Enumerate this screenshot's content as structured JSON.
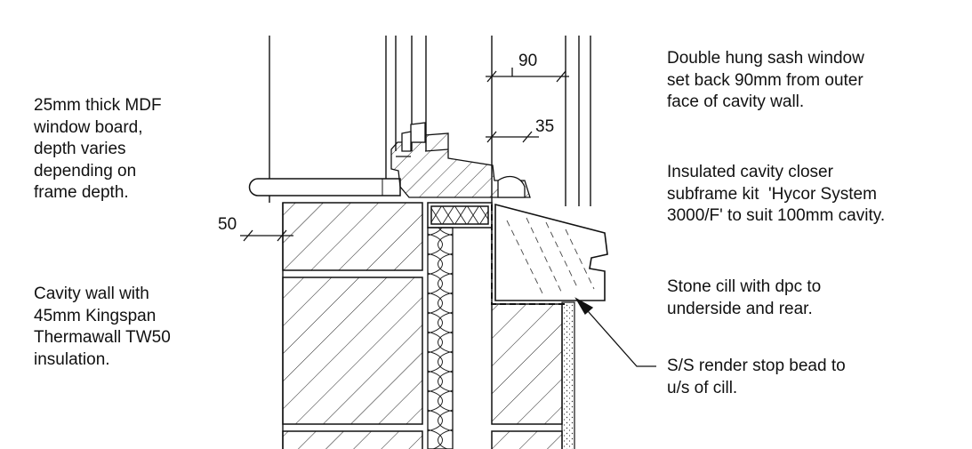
{
  "notes": {
    "window_board": "25mm thick MDF\nwindow board,\ndepth varies\ndepending on\nframe depth.",
    "cavity_wall": "Cavity wall with\n45mm Kingspan\nThermawall TW50\ninsulation.",
    "sash_window": "Double hung sash window\nset back 90mm from outer\nface of cavity wall.",
    "cavity_closer": "Insulated cavity closer\nsubframe kit  'Hycor System\n3000/F' to suit 100mm cavity.",
    "stone_cill": "Stone cill with dpc to\nunderside and rear.",
    "render_bead": "S/S render stop bead to\nu/s of cill."
  },
  "dimensions": {
    "setback": "90",
    "frame": "35",
    "board_thickness": "50"
  }
}
